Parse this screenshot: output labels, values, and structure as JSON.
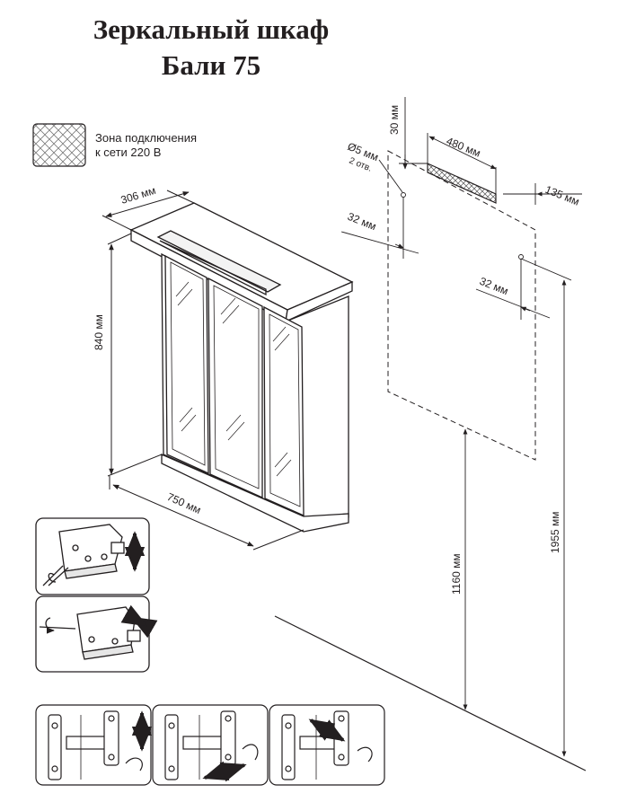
{
  "title": {
    "line1": "Зеркальный шкаф",
    "line2": "Бали 75"
  },
  "legend": {
    "line1": "Зона подключения",
    "line2": "к сети 220 В"
  },
  "cabinet": {
    "depth": "306 мм",
    "height": "840 мм",
    "width": "750 мм"
  },
  "wall": {
    "hole_dia": "Ø5 мм",
    "hole_count": "2 отв.",
    "top_offset": "30 мм",
    "zone_width": "480 мм",
    "right_offset": "135 мм",
    "left_hole_offset": "32 мм",
    "right_hole_offset": "32 мм",
    "floor_to_hole": "1160 мм",
    "floor_to_top": "1955 мм"
  },
  "panels": [
    {
      "name": "hinge-adjust-vertical"
    },
    {
      "name": "hinge-adjust-depth"
    },
    {
      "name": "door-hinge-vertical"
    },
    {
      "name": "door-hinge-lateral"
    },
    {
      "name": "door-hinge-depth"
    }
  ]
}
